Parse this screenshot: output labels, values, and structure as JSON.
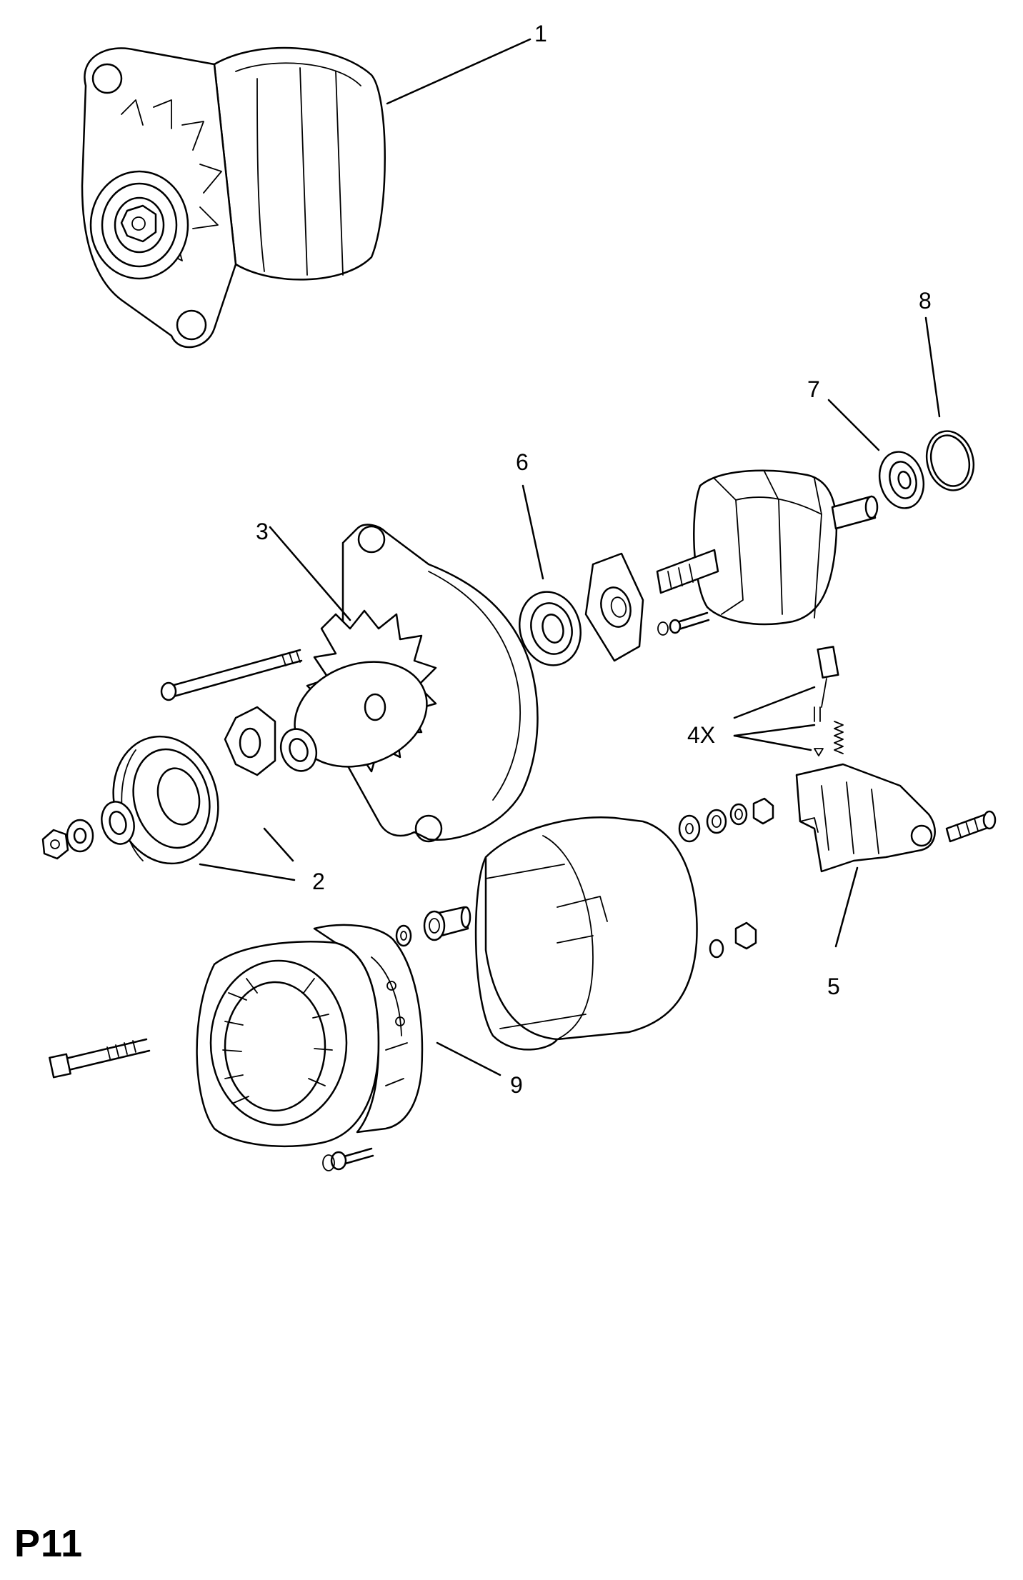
{
  "diagram": {
    "labels": {
      "l1": "1",
      "l2": "2",
      "l3": "3",
      "l4": "4X",
      "l5": "5",
      "l6": "6",
      "l7": "7",
      "l8": "8",
      "l9": "9"
    },
    "page_code": "P11"
  }
}
